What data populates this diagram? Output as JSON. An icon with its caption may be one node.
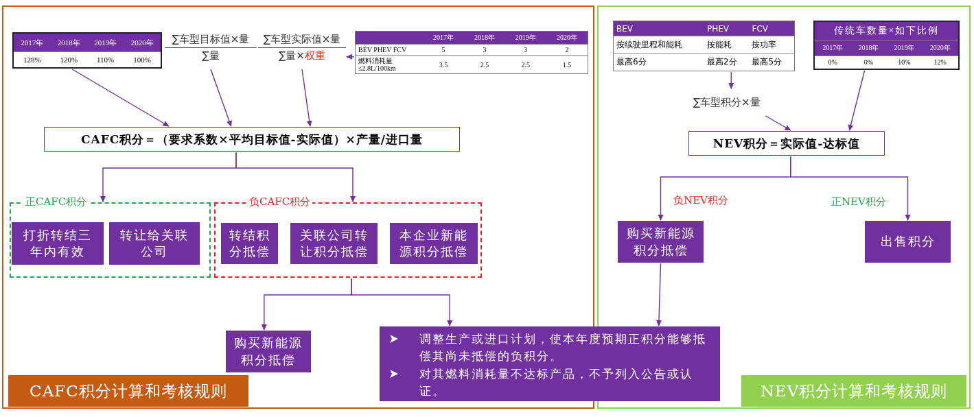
{
  "diagram": {
    "nodes": [
      {
        "text": [
          "CAFC积分计算和考核规则"
        ]
      },
      {
        "text": [
          "NEV积分计算和考核规则"
        ]
      },
      {
        "text": [
          "2017年",
          "2018年",
          "2019年",
          "2020年",
          "128%",
          "120%",
          "110%",
          "100%"
        ],
        "in": 0
      },
      {
        "text": [
          "∑车型目标值×量",
          "∑量"
        ],
        "in": 0
      },
      {
        "text": [
          "∑车型实际值×量",
          "∑量×",
          "权重"
        ],
        "in": 0
      },
      {
        "text": [
          "2017年",
          "2018年",
          "2019年",
          "2020年",
          "BEV PHEV FCV",
          "5",
          "3",
          "3",
          "2",
          "燃料消耗量≤2.8L/100km",
          "3.5",
          "2.5",
          "2.5",
          "1.5"
        ],
        "in": 0
      },
      {
        "text": [
          "CAFC积分＝（要求系数×平均目标值-实际值）×产量/进口量"
        ],
        "in": 0
      },
      {
        "text": [
          "正CAFC积分"
        ],
        "in": 0
      },
      {
        "text": [
          "打折转结三年内有效"
        ],
        "in": 7
      },
      {
        "text": [
          "转让给关联公司"
        ],
        "in": 7
      },
      {
        "text": [
          "负CAFC积分"
        ],
        "in": 0
      },
      {
        "text": [
          "转结积分抵偿"
        ],
        "in": 10
      },
      {
        "text": [
          "关联公司转让积分抵偿"
        ],
        "in": 10
      },
      {
        "text": [
          "本企业新能源积分抵偿"
        ],
        "in": 10
      },
      {
        "text": [
          "购买新能源积分抵偿"
        ],
        "in": 0
      },
      {
        "text": [
          "调整生产或进口计划，使本年度预期正积分能够抵偿其尚未抵偿的负积分。",
          "对其燃料消耗量不达标产品，不予列入公告或认证。"
        ]
      },
      {
        "text": [
          "BEV",
          "PHEV",
          "FCV",
          "按续驶里程和能耗",
          "按能耗",
          "按功率",
          "最高6分",
          "最高2分",
          "最高5分"
        ],
        "in": 1
      },
      {
        "text": [
          "传统车数量×如下比例",
          "2017年",
          "2018年",
          "2019年",
          "2020年",
          "0%",
          "0%",
          "10%",
          "12%"
        ],
        "in": 1
      },
      {
        "text": [
          "∑车型积分×量"
        ],
        "in": 1
      },
      {
        "text": [
          "NEV积分＝实际值-达标值"
        ],
        "in": 1
      },
      {
        "text": [
          "购买新能源积分抵偿"
        ],
        "in": 1
      },
      {
        "text": [
          "出售积分"
        ],
        "in": 1
      }
    ],
    "edges": [
      {
        "from": 2,
        "to": 6,
        "arrow": "to"
      },
      {
        "from": 3,
        "to": 6,
        "arrow": "to"
      },
      {
        "from": 4,
        "to": 6,
        "arrow": "to"
      },
      {
        "from": 5,
        "to": 4,
        "arrow": "to"
      },
      {
        "from": 6,
        "to": 7,
        "arrow": "to"
      },
      {
        "from": 6,
        "to": 10,
        "arrow": "to"
      },
      {
        "from": 10,
        "to": 14,
        "arrow": "to"
      },
      {
        "from": 10,
        "to": 15,
        "arrow": "to"
      },
      {
        "from": 16,
        "to": 18,
        "arrow": "to"
      },
      {
        "from": 18,
        "to": 19,
        "arrow": "to"
      },
      {
        "from": 17,
        "to": 19,
        "arrow": "to"
      },
      {
        "from": 19,
        "to": 20,
        "arrow": "to",
        "label": "负NEV积分"
      },
      {
        "from": 19,
        "to": 21,
        "arrow": "to",
        "label": "正NEV积分"
      },
      {
        "from": 20,
        "to": 15,
        "arrow": "to"
      }
    ]
  }
}
